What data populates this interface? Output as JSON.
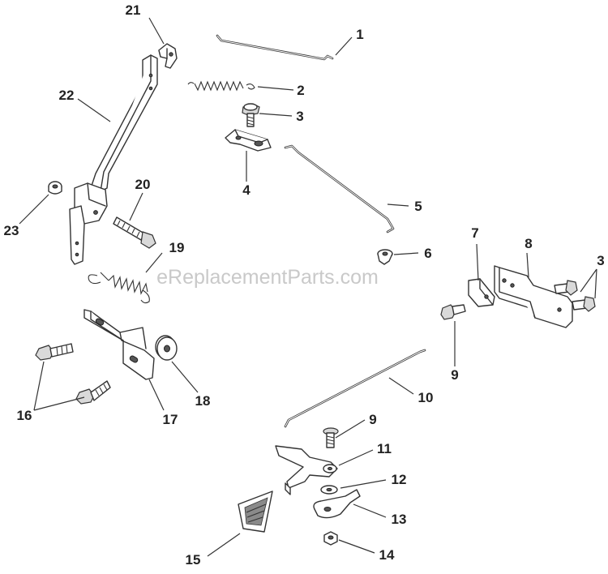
{
  "watermark": "eReplacementParts.com",
  "callouts": {
    "c1": "1",
    "c2": "2",
    "c3a": "3",
    "c3b": "3",
    "c4": "4",
    "c5": "5",
    "c6": "6",
    "c7": "7",
    "c8": "8",
    "c9a": "9",
    "c9b": "9",
    "c10": "10",
    "c11": "11",
    "c12": "12",
    "c13": "13",
    "c14": "14",
    "c15": "15",
    "c16": "16",
    "c17": "17",
    "c18": "18",
    "c19": "19",
    "c20": "20",
    "c21": "21",
    "c22": "22",
    "c23": "23"
  }
}
